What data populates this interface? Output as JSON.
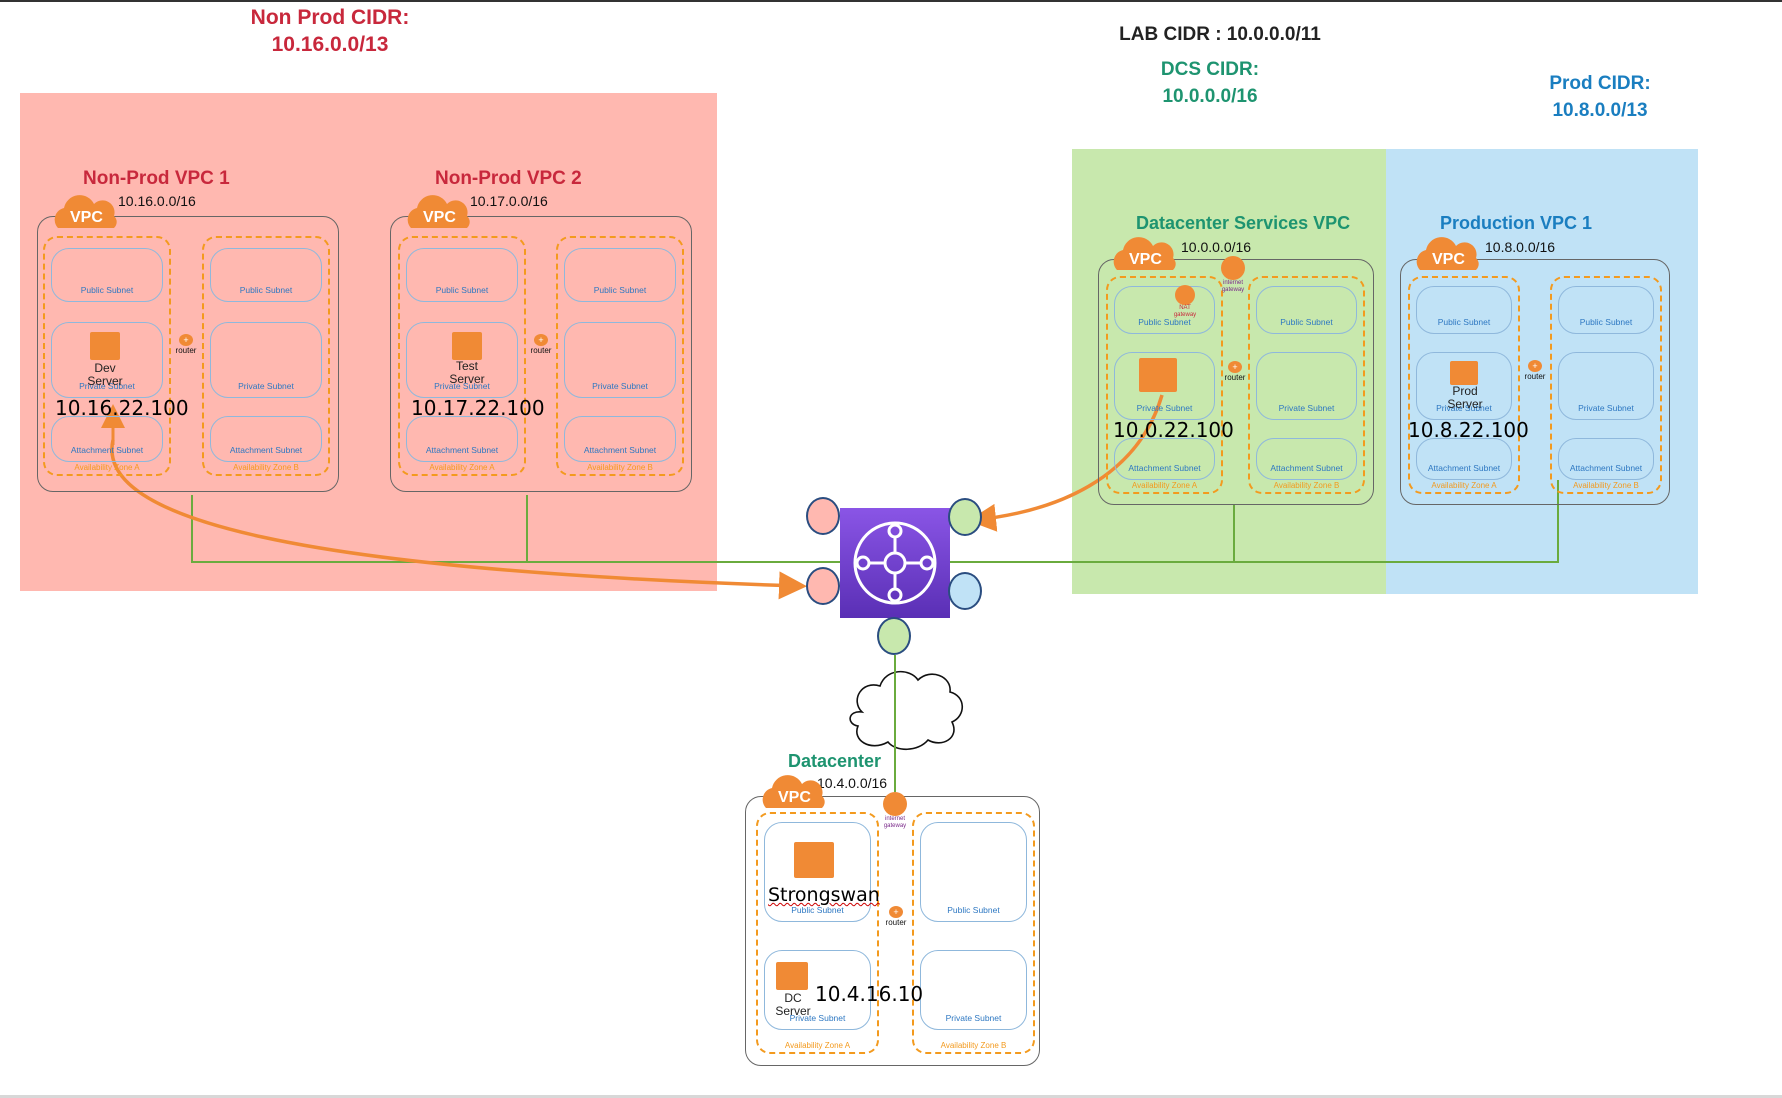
{
  "lab_cidr": "LAB CIDR : 10.0.0.0/11",
  "colors": {
    "nonprod_region": "#ffb8b0",
    "dcs_region": "#c8e8ad",
    "prod_region": "#c0e2f6",
    "nonprod_text": "#c8283c",
    "dcs_text": "#1e9470",
    "prod_text": "#1a7ec0",
    "orange": "#f08a35",
    "line_green": "#6aab3e",
    "tgw_purple": "#7445d6"
  },
  "regions": {
    "nonprod": {
      "cidr_label": "Non Prod CIDR:\n10.16.0.0/13"
    },
    "dcs": {
      "cidr_label": "DCS CIDR:\n10.0.0.0/16"
    },
    "prod": {
      "cidr_label": "Prod CIDR:\n10.8.0.0/13"
    }
  },
  "common": {
    "vpc_badge": "VPC",
    "public_subnet": "Public Subnet",
    "private_subnet": "Private Subnet",
    "attachment_subnet": "Attachment Subnet",
    "az_a": "Availability Zone A",
    "az_b": "Availability Zone B",
    "router": "router",
    "internet_gateway": "internet\ngateway",
    "nat_gateway": "NAT\ngateway"
  },
  "vpcs": [
    {
      "id": "nonprod1",
      "title": "Non-Prod VPC 1",
      "cidr": "10.16.0.0/16",
      "server": "Dev\nServer",
      "ip": "10.16.22.100"
    },
    {
      "id": "nonprod2",
      "title": "Non-Prod VPC 2",
      "cidr": "10.17.0.0/16",
      "server": "Test\nServer",
      "ip": "10.17.22.100"
    },
    {
      "id": "dcs",
      "title": "Datacenter Services VPC",
      "cidr": "10.0.0.0/16",
      "server": "",
      "ip": "10.0.22.100"
    },
    {
      "id": "prod1",
      "title": "Production VPC 1",
      "cidr": "10.8.0.0/16",
      "server": "Prod\nServer",
      "ip": "10.8.22.100"
    },
    {
      "id": "datacenter",
      "title": "Datacenter",
      "cidr": "10.4.0.0/16",
      "server": "DC\nServer",
      "ip": "10.4.16.10",
      "vpn_label": "Strongswan"
    }
  ]
}
